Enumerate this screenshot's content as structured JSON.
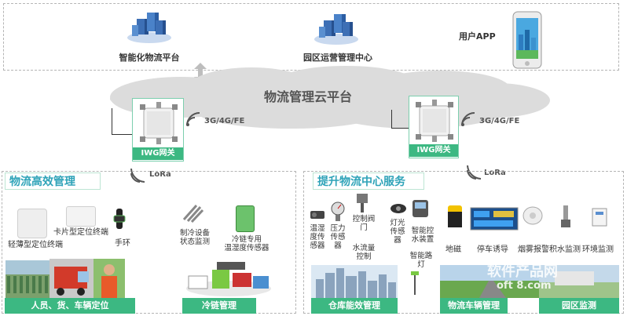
{
  "top": {
    "platform1": "智能化物流平台",
    "platform2": "园区运营管理中心",
    "app": "用户APP"
  },
  "cloud": "物流管理云平台",
  "gateway_left": {
    "label": "IWG网关",
    "network": "3G/4G/FE",
    "lora": "LoRa"
  },
  "gateway_right": {
    "label": "IWG网关",
    "network": "3G/4G/FE",
    "lora": "LoRa"
  },
  "left_section": {
    "title": "物流高效管理",
    "items": {
      "light_locator": "轻薄型定位终端",
      "card_locator": "卡片型定位终端",
      "wristband": "手环",
      "cold_monitor": "制冷设备\n状态监测",
      "cold_sensor": "冷链专用\n温湿度传感器"
    },
    "bars": {
      "positioning": "人员、货、车辆定位",
      "cold_chain": "冷链管理"
    }
  },
  "right_section": {
    "title": "提升物流中心服务",
    "items": {
      "temp_sensor": "温湿\n度传\n感器",
      "pressure_sensor": "压力\n传感\n器",
      "valve": "控制阀\n门",
      "water_control": "水流量\n控制",
      "light_sensor": "灯光\n传感\n器",
      "smart_water": "智能控\n水装置",
      "smart_light": "智能路\n灯",
      "geomagnetic": "地磁",
      "parking": "停车诱导",
      "smoke": "烟雾报警",
      "water_monitor": "积水监测",
      "env_monitor": "环境监测"
    },
    "bars": {
      "warehouse": "仓库能效管理",
      "vehicles": "物流车辆管理",
      "park": "园区监测"
    }
  },
  "watermark": {
    "line1": "软件产品网",
    "line2": "oft 8.com"
  },
  "colors": {
    "accent_green": "#3cb882",
    "title_blue": "#2ea3b8",
    "cloud": "#dcdcdc"
  }
}
